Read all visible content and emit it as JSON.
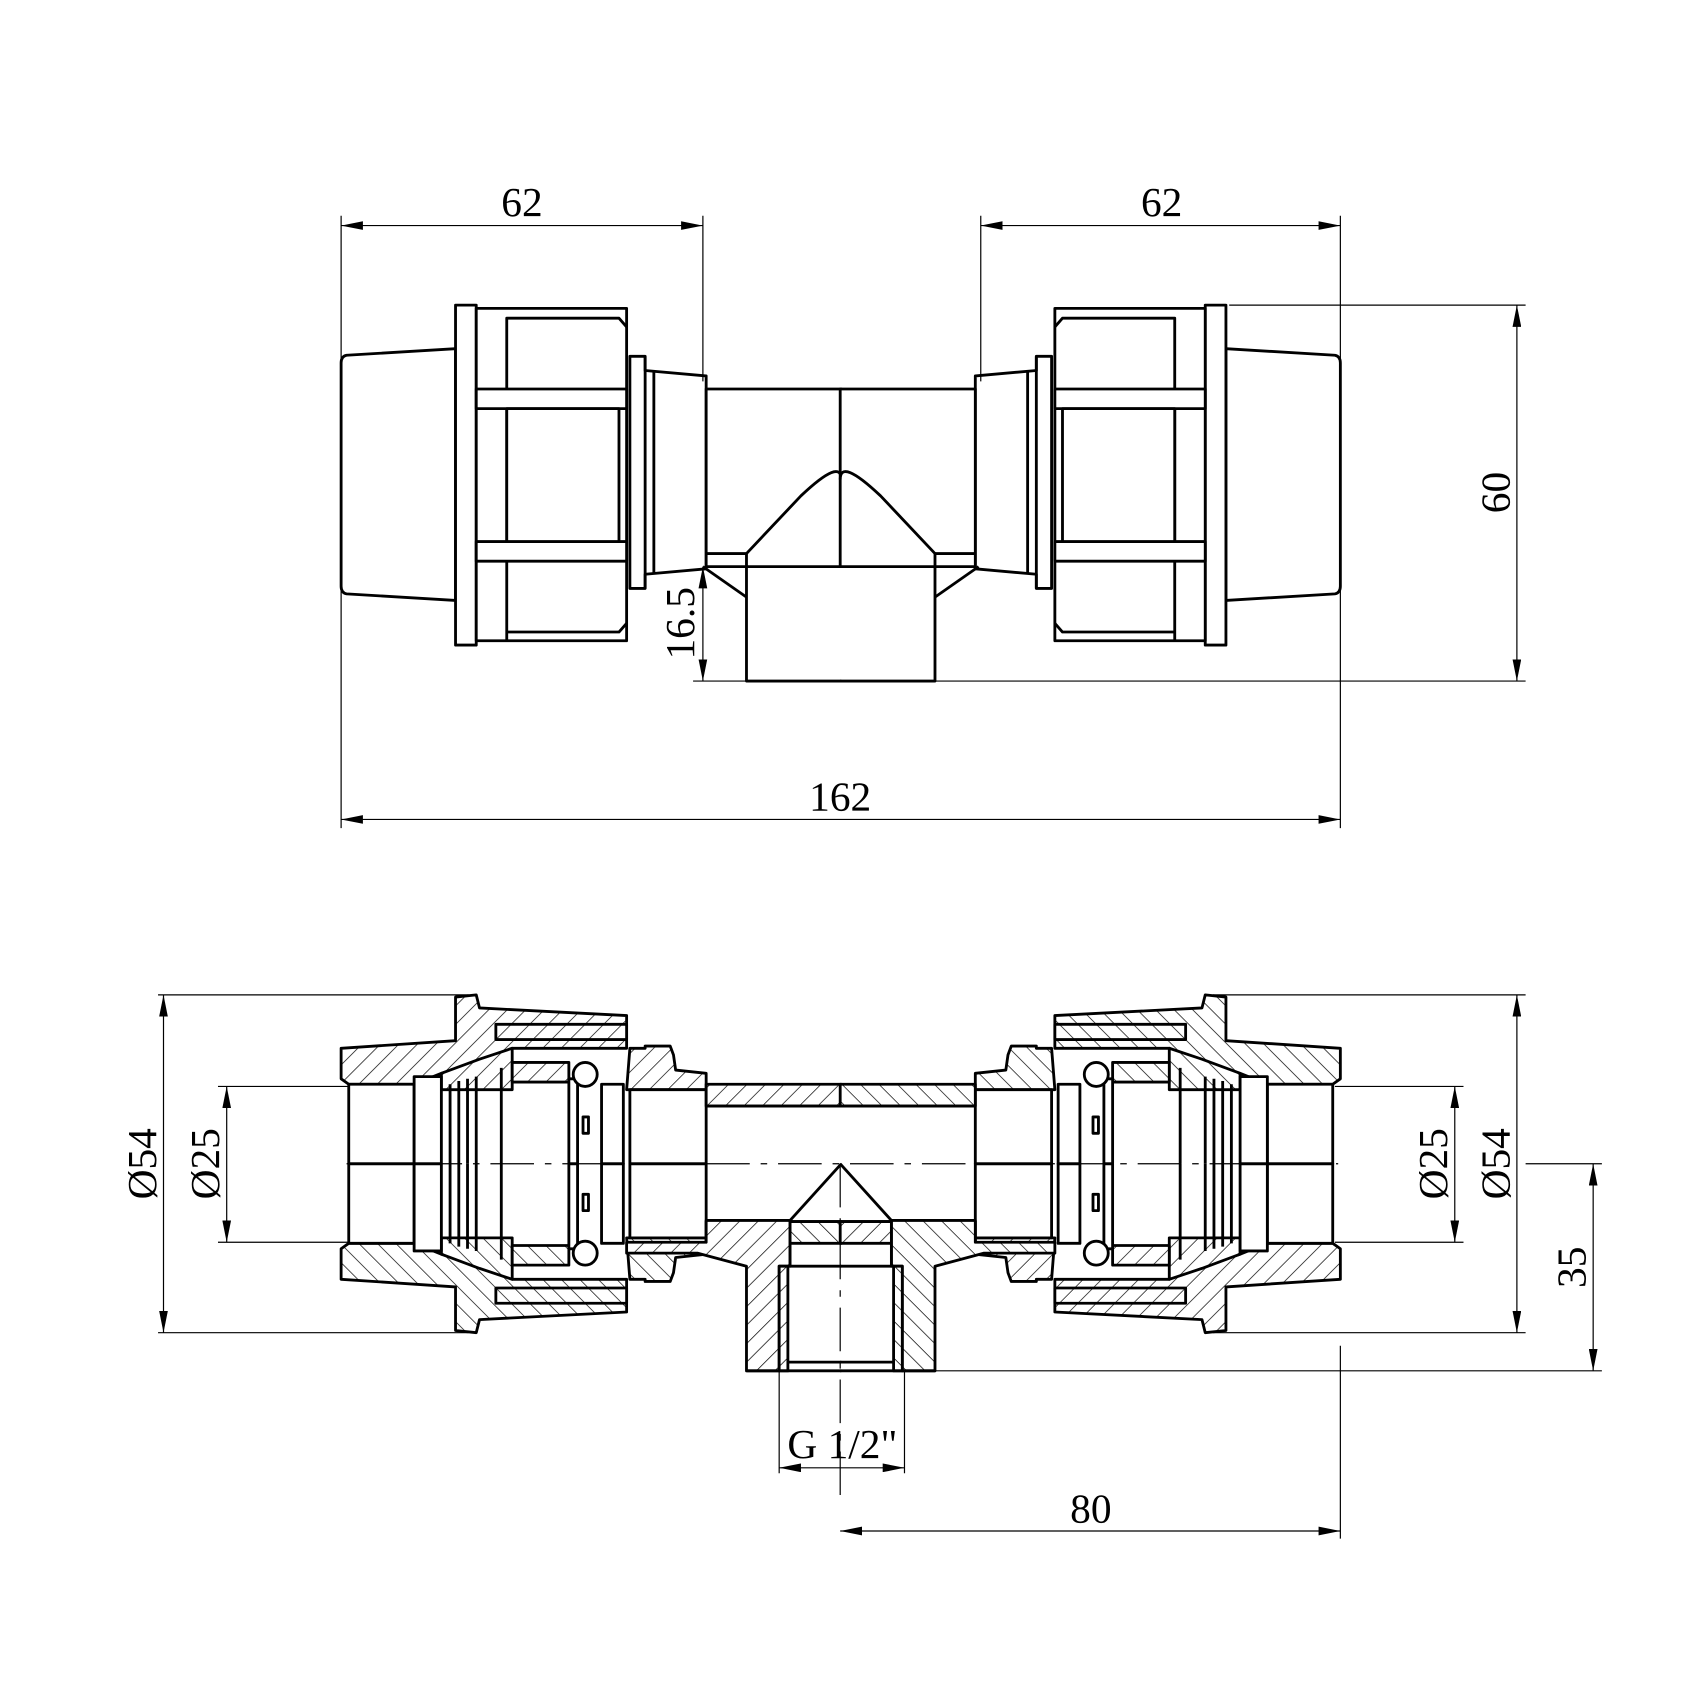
{
  "drawing": {
    "title": "Compression tee fitting with female thread outlet",
    "top_view": {
      "dim_left_length": "62",
      "dim_right_length": "62",
      "dim_total_length": "162",
      "dim_height": "60",
      "dim_outlet_offset": "16.5"
    },
    "section_view": {
      "dim_outer_diameter_left": "Ø54",
      "dim_inner_diameter_left": "Ø25",
      "dim_inner_diameter_right": "Ø25",
      "dim_outer_diameter_right": "Ø54",
      "dim_outlet_height": "35",
      "dim_thread": "G 1/2\"",
      "dim_half_length": "80"
    }
  }
}
